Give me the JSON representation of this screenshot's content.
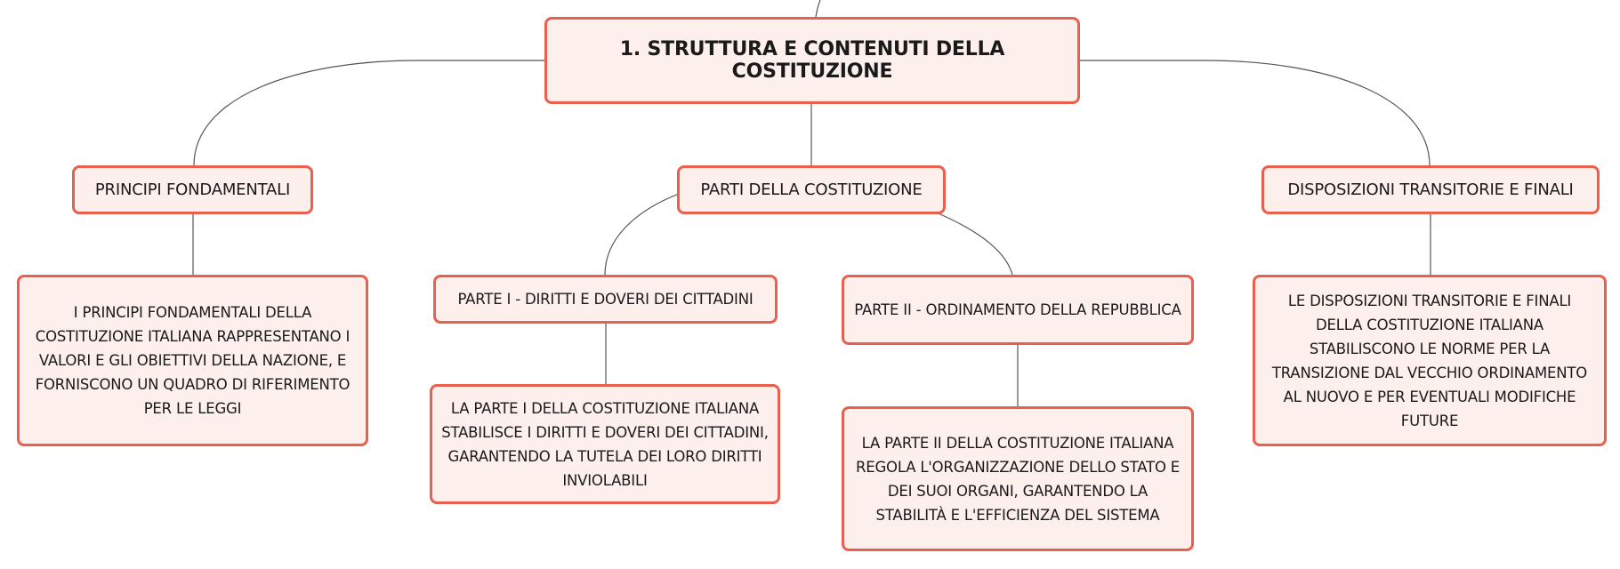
{
  "accent_color": "#e9604f",
  "node_fill": "#fdf0ec",
  "connector_color": "#555555",
  "root": {
    "label": "1. STRUTTURA E CONTENUTI DELLA COSTITUZIONE"
  },
  "branches": {
    "principi": {
      "label": "PRINCIPI FONDAMENTALI",
      "description": "I PRINCIPI FONDAMENTALI DELLA\nCOSTITUZIONE ITALIANA RAPPRESENTANO I\nVALORI E GLI OBIETTIVI DELLA NAZIONE, E\nFORNISCONO UN QUADRO DI RIFERIMENTO\nPER LE LEGGI"
    },
    "parti": {
      "label": "PARTI DELLA COSTITUZIONE",
      "parte1": {
        "label": "PARTE I - DIRITTI E DOVERI DEI CITTADINI",
        "description": "LA PARTE I DELLA COSTITUZIONE ITALIANA\nSTABILISCE I DIRITTI E DOVERI DEI CITTADINI,\nGARANTENDO LA TUTELA DEI LORO DIRITTI\nINVIOLABILI"
      },
      "parte2": {
        "label": "PARTE II - ORDINAMENTO DELLA REPUBBLICA",
        "description": "LA PARTE II DELLA COSTITUZIONE ITALIANA\nREGOLA L'ORGANIZZAZIONE DELLO STATO E\nDEI SUOI ORGANI, GARANTENDO LA\nSTABILITÀ E L'EFFICIENZA DEL SISTEMA"
      }
    },
    "disposizioni": {
      "label": "DISPOSIZIONI TRANSITORIE E FINALI",
      "description": "LE DISPOSIZIONI TRANSITORIE E FINALI\nDELLA COSTITUZIONE ITALIANA\nSTABILISCONO LE NORME PER LA\nTRANSIZIONE DAL VECCHIO ORDINAMENTO\nAL NUOVO E PER EVENTUALI MODIFICHE\nFUTURE"
    }
  }
}
